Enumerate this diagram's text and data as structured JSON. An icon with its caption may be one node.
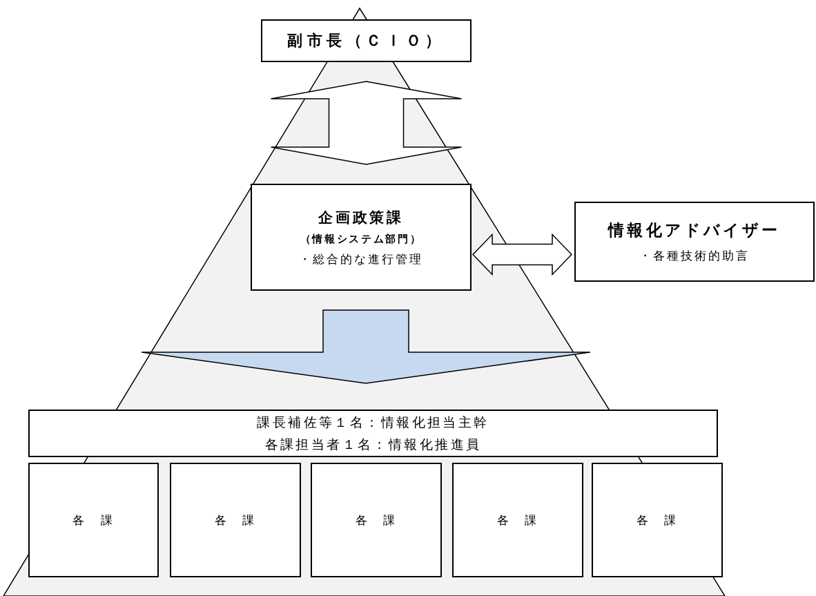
{
  "diagram": {
    "nodes": [
      {
        "text": [
          "副市長（ＣＩＯ）"
        ]
      },
      {
        "text": [
          "企画政策課",
          "（情報システム部門）",
          "・総合的な進行管理"
        ]
      },
      {
        "text": [
          "情報化アドバイザー",
          "・各種技術的助言"
        ]
      },
      {
        "text": [
          "課長補佐等１名：情報化担当主幹",
          "各課担当者１名：情報化推進員"
        ]
      },
      {
        "text": [
          "各　課"
        ]
      },
      {
        "text": [
          "各　課"
        ]
      },
      {
        "text": [
          "各　課"
        ]
      },
      {
        "text": [
          "各　課"
        ]
      },
      {
        "text": [
          "各　課"
        ]
      }
    ],
    "edges": [
      {
        "from": 0,
        "to": 1,
        "arrow": "both"
      },
      {
        "from": 1,
        "to": 2,
        "arrow": "both"
      },
      {
        "from": 1,
        "to": 3,
        "arrow": "to",
        "color": "#c6d9f1"
      }
    ]
  }
}
